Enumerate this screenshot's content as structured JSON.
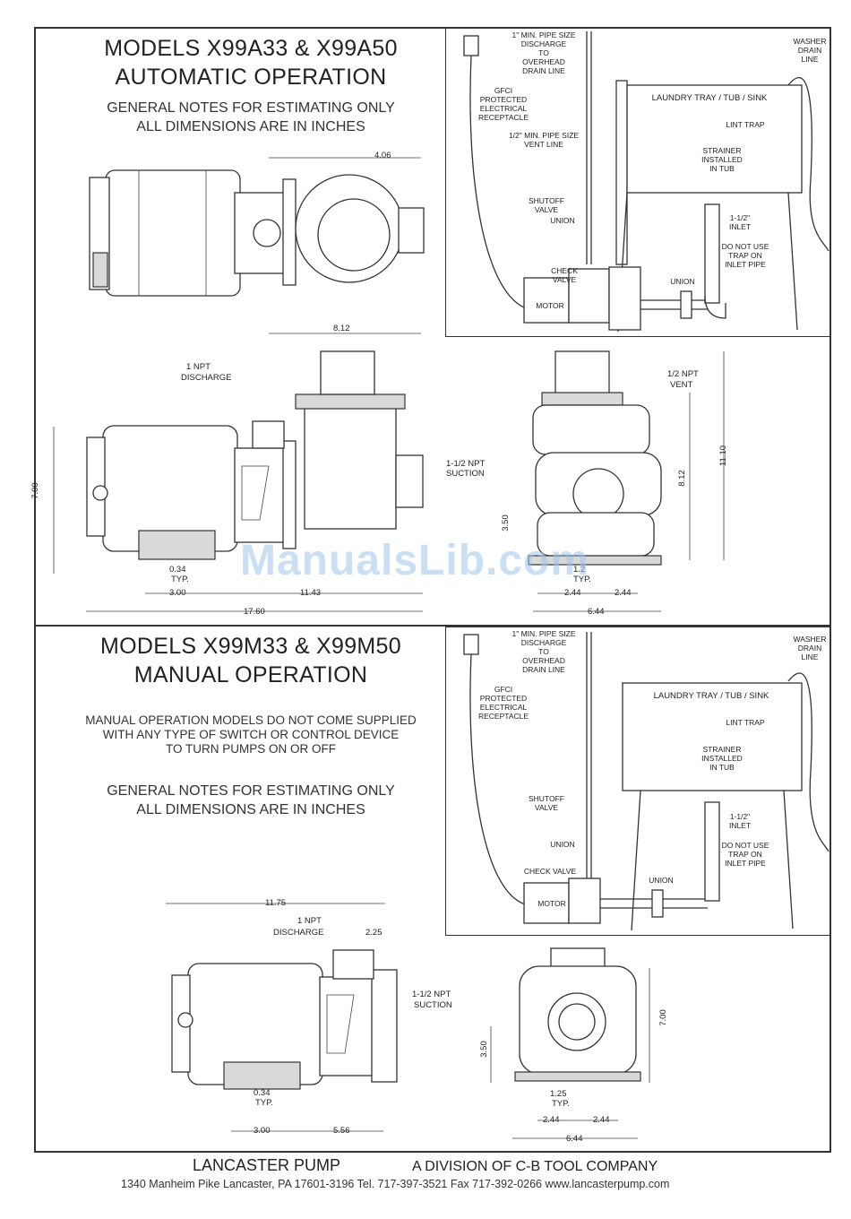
{
  "top_section": {
    "title_line1": "MODELS X99A33 & X99A50",
    "title_line2": "AUTOMATIC OPERATION",
    "note_line1": "GENERAL NOTES FOR ESTIMATING ONLY",
    "note_line2": "ALL DIMENSIONS ARE IN INCHES",
    "install_labels": {
      "pipe_line1": "1\" MIN. PIPE SIZE",
      "pipe_line2": "DISCHARGE",
      "pipe_line3": "TO",
      "pipe_line4": "OVERHEAD",
      "pipe_line5": "DRAIN LINE",
      "gfci_line1": "GFCI",
      "gfci_line2": "PROTECTED",
      "gfci_line3": "ELECTRICAL",
      "gfci_line4": "RECEPTACLE",
      "vent_line1": "1/2\" MIN. PIPE SIZE",
      "vent_line2": "VENT LINE",
      "shutoff_line1": "SHUTOFF",
      "shutoff_line2": "VALVE",
      "union1": "UNION",
      "check_line1": "CHECK",
      "check_line2": "VALVE",
      "motor": "MOTOR",
      "union2": "UNION",
      "washer_line1": "WASHER",
      "washer_line2": "DRAIN",
      "washer_line3": "LINE",
      "tray": "LAUNDRY TRAY / TUB / SINK",
      "lint": "LINT TRAP",
      "strainer_line1": "STRAINER",
      "strainer_line2": "INSTALLED",
      "strainer_line3": "IN TUB",
      "inlet_line1": "1-1/2\"",
      "inlet_line2": "INLET",
      "trap_line1": "DO NOT USE",
      "trap_line2": "TRAP ON",
      "trap_line3": "INLET PIPE"
    },
    "dims": {
      "top_width": "4.06",
      "top_depth": "8.12",
      "discharge_line1": "1  NPT",
      "discharge_line2": "DISCHARGE",
      "suction": "1-1/2  NPT",
      "suction_line2": "SUCTION",
      "height": "7.00",
      "foot_line1": "0.34",
      "foot_line2": "TYP.",
      "base_left": "3.00",
      "base_right": "11.43",
      "overall": "17.60",
      "vent_line1": "1/2  NPT",
      "vent_line2": "VENT",
      "front_h1": "8.12",
      "front_h2": "11.10",
      "front_h3": "3.50",
      "front_foot_line1": "1.2",
      "front_foot_line2": "TYP.",
      "front_half_l": "2.44",
      "front_half_r": "2.44",
      "front_w": "6.44"
    }
  },
  "bottom_section": {
    "title_line1": "MODELS X99M33 & X99M50",
    "title_line2": "MANUAL OPERATION",
    "manual_line1": "MANUAL OPERATION MODELS DO NOT COME SUPPLIED",
    "manual_line2": "WITH ANY TYPE OF SWITCH OR CONTROL DEVICE",
    "manual_line3": "TO TURN PUMPS ON OR OFF",
    "note_line1": "GENERAL NOTES FOR ESTIMATING ONLY",
    "note_line2": "ALL DIMENSIONS ARE IN INCHES",
    "install_labels": {
      "pipe_line1": "1\" MIN. PIPE SIZE",
      "pipe_line2": "DISCHARGE",
      "pipe_line3": "TO",
      "pipe_line4": "OVERHEAD",
      "pipe_line5": "DRAIN LINE",
      "gfci_line1": "GFCI",
      "gfci_line2": "PROTECTED",
      "gfci_line3": "ELECTRICAL",
      "gfci_line4": "RECEPTACLE",
      "shutoff_line1": "SHUTOFF",
      "shutoff_line2": "VALVE",
      "union1": "UNION",
      "check": "CHECK VALVE",
      "motor": "MOTOR",
      "union2": "UNION",
      "washer_line1": "WASHER",
      "washer_line2": "DRAIN",
      "washer_line3": "LINE",
      "tray": "LAUNDRY TRAY / TUB / SINK",
      "lint": "LINT TRAP",
      "strainer_line1": "STRAINER",
      "strainer_line2": "INSTALLED",
      "strainer_line3": "IN TUB",
      "inlet_line1": "1-1/2\"",
      "inlet_line2": "INLET",
      "trap_line1": "DO NOT USE",
      "trap_line2": "TRAP ON",
      "trap_line3": "INLET PIPE"
    },
    "dims": {
      "overall": "11.75",
      "discharge_line1": "1  NPT",
      "discharge_line2": "DISCHARGE",
      "disc_off": "2.25",
      "suction_line1": "1-1/2  NPT",
      "suction_line2": "SUCTION",
      "foot_line1": "0.34",
      "foot_line2": "TYP.",
      "base_left": "3.00",
      "base_right": "5.56",
      "front_h": "7.00",
      "front_h2": "3.50",
      "front_foot_line1": "1.25",
      "front_foot_line2": "TYP.",
      "front_half_l": "2.44",
      "front_half_r": "2.44",
      "front_w": "6.44"
    }
  },
  "footer": {
    "company": "LANCASTER PUMP",
    "division": "A DIVISION OF C-B TOOL COMPANY",
    "address": "1340 Manheim Pike   Lancaster, PA 17601-3196   Tel. 717-397-3521   Fax 717-392-0266   www.lancasterpump.com"
  },
  "watermark": "ManualsLib.com"
}
